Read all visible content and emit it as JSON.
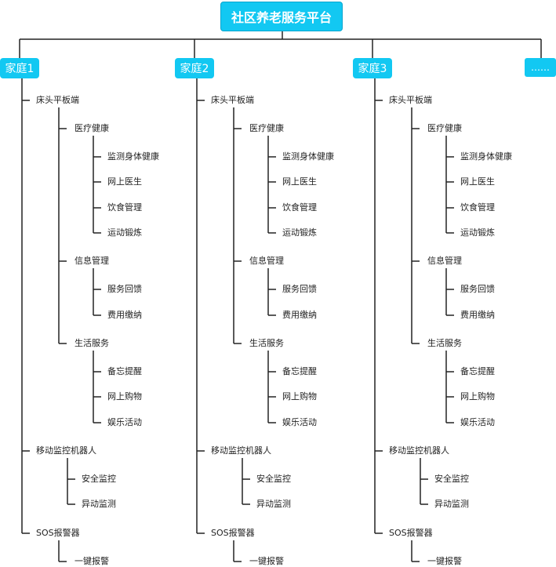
{
  "root": "社区养老服务平台",
  "more": "……",
  "colors": {
    "box": "#12c8f2",
    "line": "#222222",
    "text": "#222222"
  },
  "families": [
    {
      "name": "家庭1",
      "groups": [
        {
          "name": "床头平板端",
          "subs": [
            {
              "name": "医疗健康",
              "items": [
                "监测身体健康",
                "网上医生",
                "饮食管理",
                "运动锻炼"
              ]
            },
            {
              "name": "信息管理",
              "items": [
                "服务回馈",
                "费用缴纳"
              ]
            },
            {
              "name": "生活服务",
              "items": [
                "备忘提醒",
                "网上购物",
                "娱乐活动"
              ]
            }
          ]
        },
        {
          "name": "移动监控机器人",
          "items": [
            "安全监控",
            "异动监测"
          ]
        },
        {
          "name": "SOS报警器",
          "items": [
            "一键报警"
          ]
        }
      ]
    },
    {
      "name": "家庭2",
      "groups": [
        {
          "name": "床头平板端",
          "subs": [
            {
              "name": "医疗健康",
              "items": [
                "监测身体健康",
                "网上医生",
                "饮食管理",
                "运动锻炼"
              ]
            },
            {
              "name": "信息管理",
              "items": [
                "服务回馈",
                "费用缴纳"
              ]
            },
            {
              "name": "生活服务",
              "items": [
                "备忘提醒",
                "网上购物",
                "娱乐活动"
              ]
            }
          ]
        },
        {
          "name": "移动监控机器人",
          "items": [
            "安全监控",
            "异动监测"
          ]
        },
        {
          "name": "SOS报警器",
          "items": [
            "一键报警"
          ]
        }
      ]
    },
    {
      "name": "家庭3",
      "groups": [
        {
          "name": "床头平板端",
          "subs": [
            {
              "name": "医疗健康",
              "items": [
                "监测身体健康",
                "网上医生",
                "饮食管理",
                "运动锻炼"
              ]
            },
            {
              "name": "信息管理",
              "items": [
                "服务回馈",
                "费用缴纳"
              ]
            },
            {
              "name": "生活服务",
              "items": [
                "备忘提醒",
                "网上购物",
                "娱乐活动"
              ]
            }
          ]
        },
        {
          "name": "移动监控机器人",
          "items": [
            "安全监控",
            "异动监测"
          ]
        },
        {
          "name": "SOS报警器",
          "items": [
            "一键报警"
          ]
        }
      ]
    }
  ]
}
